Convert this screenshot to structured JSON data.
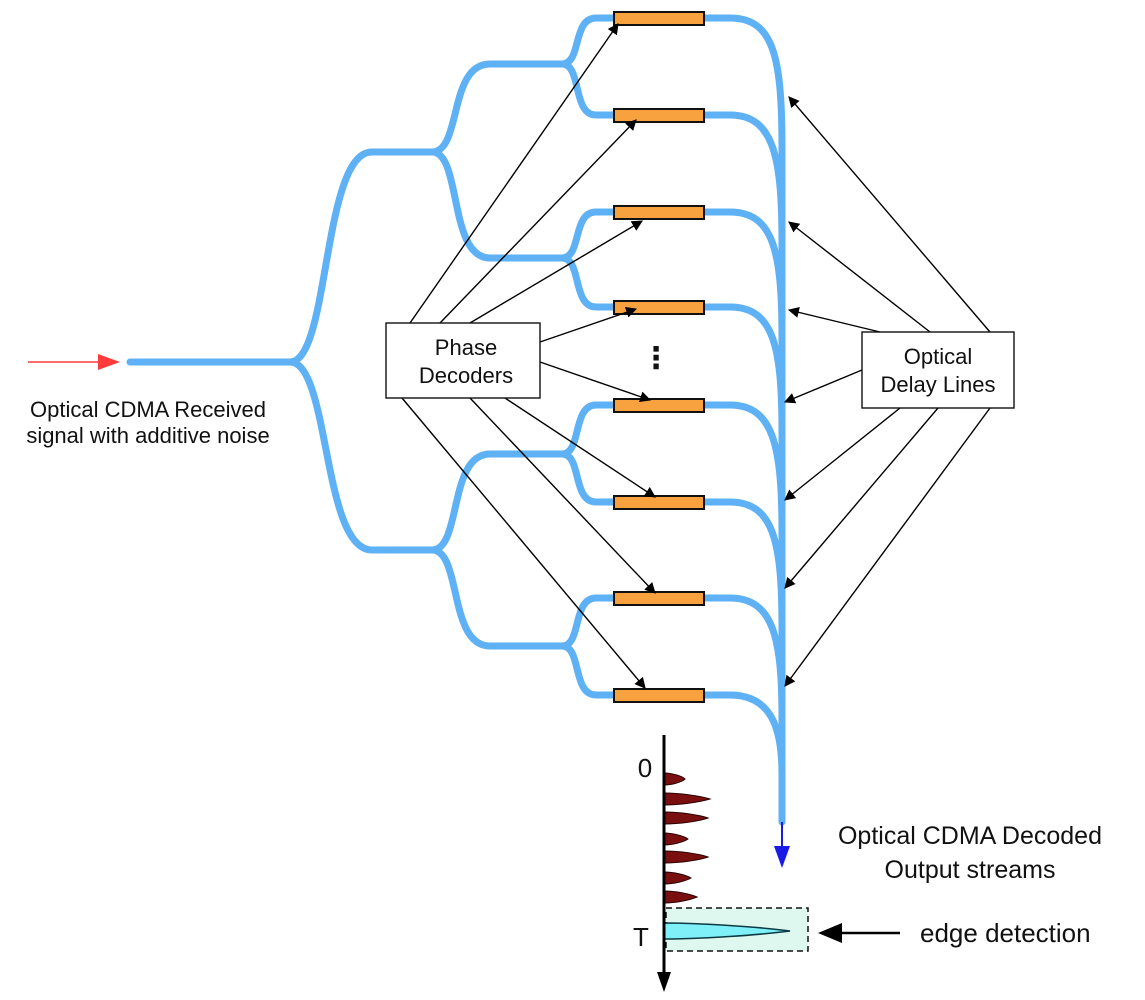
{
  "input": {
    "label_line1": "Optical CDMA Received",
    "label_line2": "signal with additive noise",
    "arrow_color": "#ff3b3b"
  },
  "phase_decoders": {
    "line1": "Phase",
    "line2": "Decoders"
  },
  "delay_lines": {
    "line1": "Optical",
    "line2": "Delay Lines"
  },
  "ellipsis": "⋮",
  "output": {
    "label_line1": "Optical CDMA Decoded",
    "label_line2": "Output streams",
    "arrow_color": "#1a1ae6"
  },
  "pulse_plot": {
    "axis_top_label": "0",
    "axis_bottom_label": "T",
    "noise_pulse_color": "#7a0f0f",
    "signal_pulse_color": "#7ff0f8",
    "highlight_fill": "#dff8ef"
  },
  "edge_detection": {
    "label": "edge detection"
  },
  "colors": {
    "fiber": "#5eb1f4",
    "decoder_fill": "#f7a23e"
  }
}
